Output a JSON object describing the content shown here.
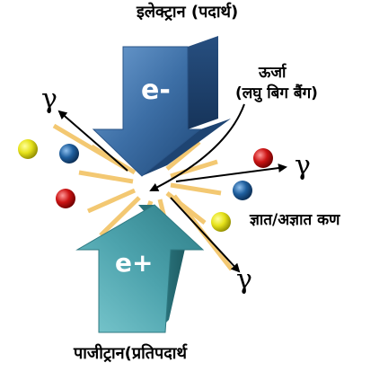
{
  "labels": {
    "electron": "इलेक्ट्रान (पदार्थ)",
    "energy": "ऊर्जा",
    "energy_sub": "(लघु बिग बैंग)",
    "known_unknown_particles": "ज्ञात/अज्ञात कण",
    "positron": "पाजीट्रान(प्रतिपदार्थ"
  },
  "symbols": {
    "electron": "e-",
    "positron": "e+",
    "gamma": "γ"
  },
  "colors": {
    "electron_arrow": "#3d6fa6",
    "positron_arrow": "#4da3ad",
    "rays": "#f3c872",
    "particle_yellow": "#e6e21a",
    "particle_blue": "#1f5f9e",
    "particle_red": "#cc1414"
  }
}
